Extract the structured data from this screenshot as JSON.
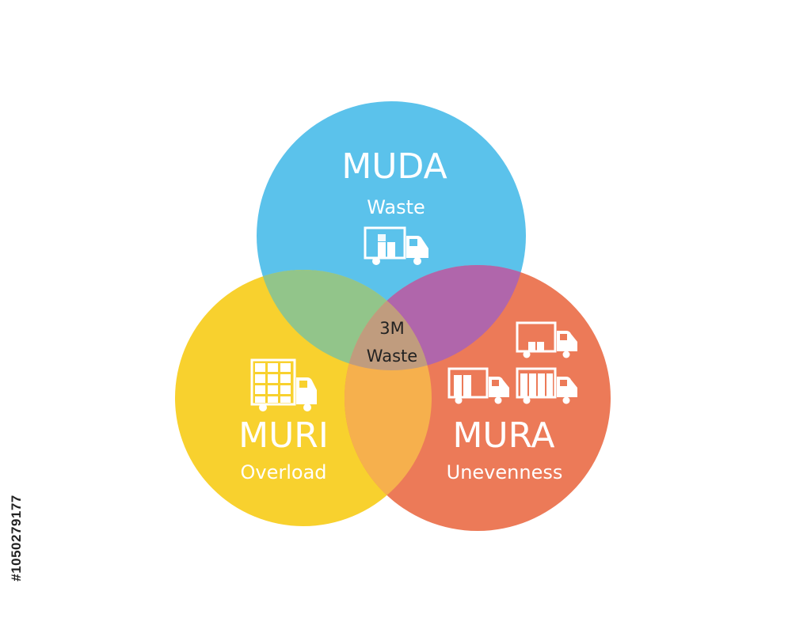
{
  "diagram": {
    "center": {
      "line1": "3M",
      "line2": "Waste"
    },
    "circles": [
      {
        "key": "muda",
        "title": "MUDA",
        "subtitle": "Waste",
        "color": "#5BC2EB",
        "icon": "truck-icon"
      },
      {
        "key": "muri",
        "title": "MURI",
        "subtitle": "Overload",
        "color": "#F8D12E",
        "icon": "overloaded-truck-icon"
      },
      {
        "key": "mura",
        "title": "MURA",
        "subtitle": "Unevenness",
        "color": "#EC7A58",
        "icon": "uneven-trucks-icon"
      }
    ],
    "overlap_colors": {
      "muda_muri": "#92C58A",
      "muda_mura": "#B066AB",
      "muri_mura": "#F6B04D",
      "center": "#C09C7E"
    }
  },
  "watermark": {
    "image_id": "#1050279177"
  }
}
